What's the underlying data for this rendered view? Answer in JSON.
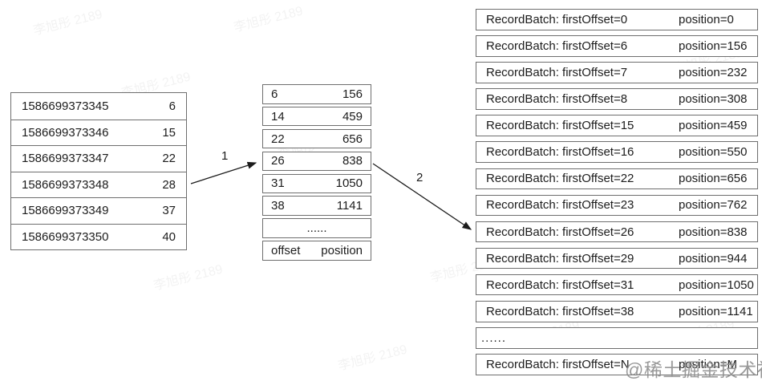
{
  "watermark": {
    "user": "李旭彤 2189",
    "site": "@稀土掘金技术社区"
  },
  "colors": {
    "border": "#6e6e6e",
    "text": "#1c1c1c",
    "site_watermark": "#8f8f8f"
  },
  "arrows": [
    {
      "label": "1"
    },
    {
      "label": "2"
    }
  ],
  "timestamp_index": {
    "rows": [
      {
        "timestamp": "1586699373345",
        "offset": "6"
      },
      {
        "timestamp": "1586699373346",
        "offset": "15"
      },
      {
        "timestamp": "1586699373347",
        "offset": "22"
      },
      {
        "timestamp": "1586699373348",
        "offset": "28"
      },
      {
        "timestamp": "1586699373349",
        "offset": "37"
      },
      {
        "timestamp": "1586699373350",
        "offset": "40"
      }
    ]
  },
  "offset_index": {
    "rows": [
      {
        "offset": "6",
        "position": "156"
      },
      {
        "offset": "14",
        "position": "459"
      },
      {
        "offset": "22",
        "position": "656"
      },
      {
        "offset": "26",
        "position": "838"
      },
      {
        "offset": "31",
        "position": "1050"
      },
      {
        "offset": "38",
        "position": "1141"
      }
    ],
    "ellipsis": "......",
    "header": {
      "offset": "offset",
      "position": "position"
    }
  },
  "log_segment": {
    "rows": [
      {
        "batch": "RecordBatch: firstOffset=0",
        "position": "position=0"
      },
      {
        "batch": "RecordBatch: firstOffset=6",
        "position": "position=156"
      },
      {
        "batch": "RecordBatch: firstOffset=7",
        "position": "position=232"
      },
      {
        "batch": "RecordBatch: firstOffset=8",
        "position": "position=308"
      },
      {
        "batch": "RecordBatch: firstOffset=15",
        "position": "position=459"
      },
      {
        "batch": "RecordBatch: firstOffset=16",
        "position": "position=550"
      },
      {
        "batch": "RecordBatch: firstOffset=22",
        "position": "position=656"
      },
      {
        "batch": "RecordBatch: firstOffset=23",
        "position": "position=762"
      },
      {
        "batch": "RecordBatch: firstOffset=26",
        "position": "position=838"
      },
      {
        "batch": "RecordBatch: firstOffset=29",
        "position": "position=944"
      },
      {
        "batch": "RecordBatch: firstOffset=31",
        "position": "position=1050"
      },
      {
        "batch": "RecordBatch: firstOffset=38",
        "position": "position=1141"
      },
      {
        "batch": "RecordBatch: firstOffset=N",
        "position": "position=M"
      }
    ],
    "ellipsis": "......"
  }
}
